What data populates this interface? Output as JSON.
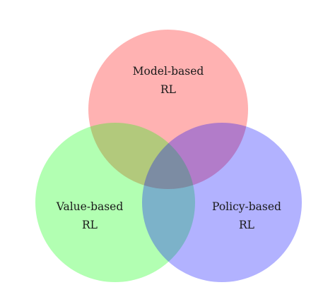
{
  "diagram": {
    "sets": [
      {
        "id": "model",
        "line1": "Model-based",
        "line2": "RL",
        "color": "#ff0000"
      },
      {
        "id": "value",
        "line1": "Value-based",
        "line2": "RL",
        "color": "#00ff00"
      },
      {
        "id": "policy",
        "line1": "Policy-based",
        "line2": "RL",
        "color": "#0000ff"
      }
    ],
    "fill_opacity": 0.3
  }
}
